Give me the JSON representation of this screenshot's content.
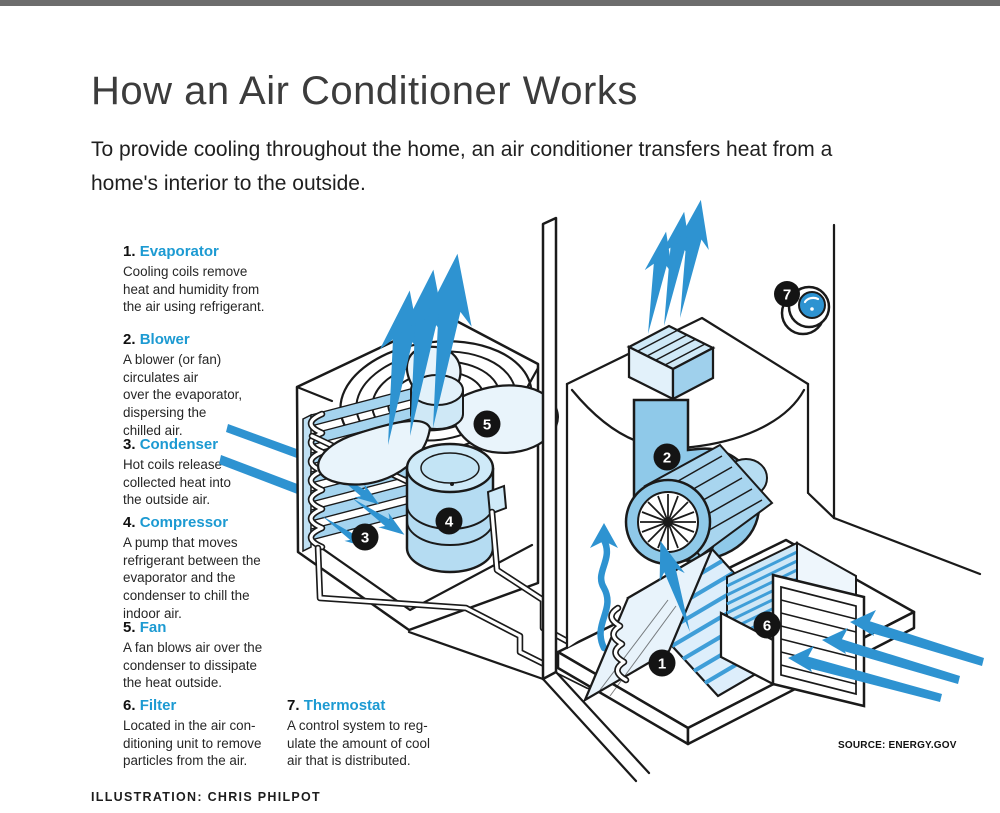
{
  "header": {
    "title": "How an Air Conditioner Works",
    "subtitle": "To provide cooling throughout the home, an air conditioner transfers heat from a\nhome's interior to the outside."
  },
  "legend": {
    "items": [
      {
        "number": "1.",
        "name": "Evaporator",
        "description": "Cooling coils remove\nheat and humidity from\nthe air using refrigerant."
      },
      {
        "number": "2.",
        "name": "Blower",
        "description": "A blower (or fan)\ncirculates air\nover the evaporator,\ndispersing the\nchilled air."
      },
      {
        "number": "3.",
        "name": "Condenser",
        "description": "Hot coils release\ncollected heat into\nthe outside air."
      },
      {
        "number": "4.",
        "name": "Compressor",
        "description": "A pump that moves\nrefrigerant between the\nevaporator and the\ncondenser to chill the\nindoor air."
      },
      {
        "number": "5.",
        "name": "Fan",
        "description": "A fan blows air over the\ncondenser to dissipate\nthe heat outside."
      },
      {
        "number": "6.",
        "name": "Filter",
        "description": "Located in the air con-\nditioning unit to remove\nparticles from the air."
      },
      {
        "number": "7.",
        "name": "Thermostat",
        "description": "A control system to reg-\nulate the amount of cool\nair that is distributed."
      }
    ]
  },
  "diagram": {
    "badges": [
      "1",
      "2",
      "3",
      "4",
      "5",
      "6",
      "7"
    ],
    "source": "SOURCE: ENERGY.GOV"
  },
  "footer": {
    "credit": "ILLUSTRATION: CHRIS PHILPOT"
  },
  "colors": {
    "accent_blue": "#1c9ad2",
    "arrow_blue": "#2e93d1",
    "outline": "#1a1a1a",
    "top_bar": "#6d6d6d"
  }
}
